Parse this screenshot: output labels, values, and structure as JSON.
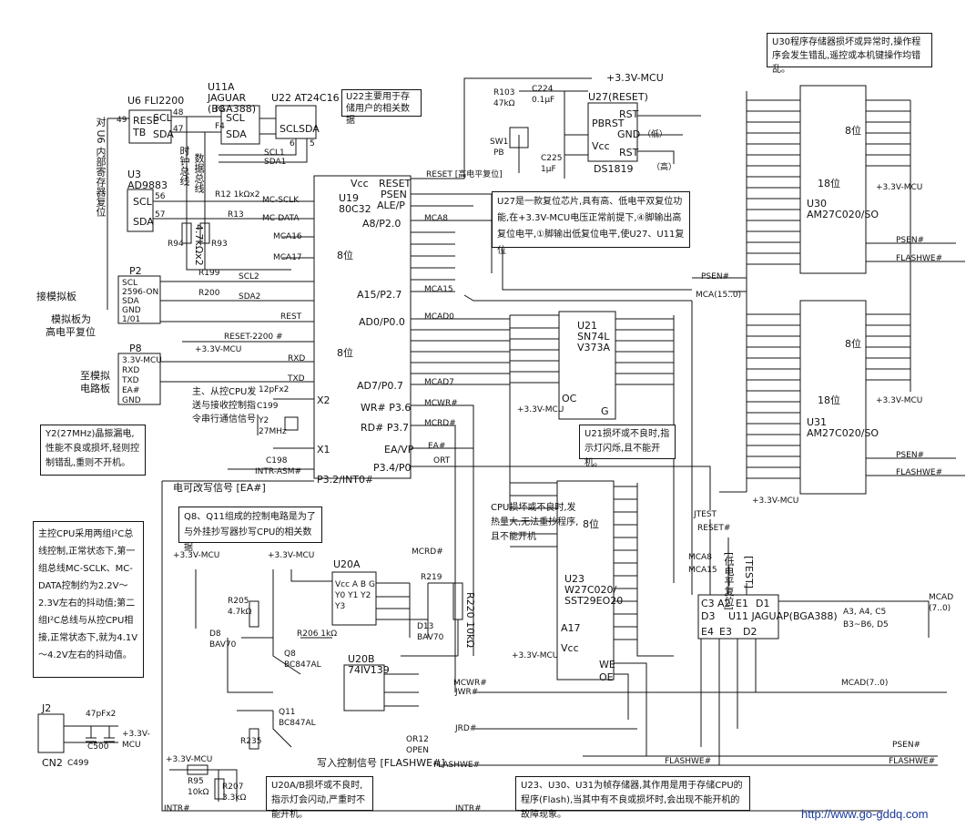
{
  "chips": {
    "u6": {
      "label": "U6 FLI2200",
      "p1": "RESE",
      "p2": "TB",
      "p3": "SCL",
      "p4": "SDA",
      "pin49": "49",
      "pin48": "48",
      "pin47": "47"
    },
    "u11a": {
      "label": "U11A JAGUAR (BGA388)",
      "p1": "SCL",
      "p2": "SDA",
      "f3": "F3",
      "f4": "F4"
    },
    "u22": {
      "label": "U22 AT24C16",
      "p1": "SCL",
      "p2": "SDA",
      "n6": "6",
      "n5": "5"
    },
    "u3": {
      "label": "U3 AD9883",
      "p1": "SCL",
      "p2": "SDA",
      "n56": "56",
      "n57": "57"
    },
    "u19": {
      "label": "U19 80C32",
      "vcc": "Vcc",
      "reset": "RESET",
      "psen": "PSEN",
      "ale": "ALE/P",
      "a8": "A8/P2.0",
      "a15": "A15/P2.7",
      "ad0": "AD0/P0.0",
      "ad7": "AD7/P0.7",
      "wr": "WR# P3.6",
      "rd": "RD# P3.7",
      "ea": "EA/VP",
      "p34": "P3.4/P0",
      "x2": "X2",
      "x1": "X1",
      "intr": "INTR-ASM#",
      "p32": "P3.2/INT0#"
    },
    "u27": {
      "label": "U27(RESET)",
      "pbrst": "PBRST",
      "rst1": "RST",
      "gnd": "GND",
      "rst2": "RST",
      "vcc": "Vcc",
      "part": "DS1819"
    },
    "u21": {
      "label": "U21 SN74L V373A",
      "g": "G",
      "oc": "OC"
    },
    "u23": {
      "label": "U23 W27C020/ SST29EO20",
      "a17": "A17",
      "vcc": "Vcc",
      "we": "WE",
      "oe": "OE"
    },
    "u30": {
      "label": "U30 AM27C020/SO",
      "bits": "18位"
    },
    "u31": {
      "label": "U31 AM27C020/SO",
      "bits": "18位"
    },
    "u11": {
      "label": "U11 JAGUAP(BGA388)",
      "pins": [
        "C3",
        "A2",
        "E1",
        "D1",
        "D3",
        "E4",
        "E3",
        "D2"
      ]
    },
    "u20a": {
      "label": "U20A",
      "pins": "Vcc A B G Y0 Y1 Y2 Y3"
    },
    "u20b": {
      "label": "U20B 74IV139"
    },
    "p2": {
      "label": "P2",
      "rows": [
        "SCL",
        "2596-ON",
        "SDA",
        "GND",
        "1/01"
      ]
    },
    "p8": {
      "label": "P8",
      "rows": [
        "3.3V-MCU",
        "RXD",
        "TXD",
        "EA#",
        "GND"
      ]
    },
    "j2": {
      "label": "J2",
      "cn": "CN2"
    }
  },
  "signals": {
    "mcu33": "+3.3V-MCU",
    "mc_sclk": "MC-SCLK",
    "mc_data": "MC-DATA",
    "mca16": "MCA16",
    "mca17": "MCA17",
    "scl2": "SCL2",
    "sda2": "SDA2",
    "rest": "REST",
    "reset2200": "RESET-2200 #",
    "rxd": "RXD",
    "txd": "TXD",
    "reset_high": "RESET [高电平复位]",
    "mca8": "MCA8",
    "mca15": "MCA15",
    "mcad0": "MCAD0",
    "mcad7": "MCAD7",
    "mcwr": "MCWR#",
    "mcrd": "MCRD#",
    "ea": "EA#",
    "ort": "ORT",
    "psen": "PSEN#",
    "mca_bus": "MCA(15..0)",
    "flashwe": "FLASHWE#",
    "jtest": "JTEST",
    "reset": "RESET#",
    "mcad_bus": "MCAD(7..0)",
    "mcad_right": "MCAD (7..0)",
    "intr": "INTR#",
    "jwr": "JWR#",
    "jrd": "JRD#",
    "editable": "电可改写信号 [EA#]",
    "write_ctl": "写入控制信号 [FLASHWE#]",
    "low_reset": "[低电平复位]",
    "test": "[TEST]",
    "a3_c5": "A3, A4, C5",
    "b3_d5": "B3~B6, D5",
    "eight_bit": "8位",
    "scl1": "SCL1",
    "sda1": "SDA1",
    "clock_bus": "时钟总线",
    "data_bus": "数据总线",
    "u6_note": "对 U6 内部寄存器复位",
    "analog_board_1": "接模拟板",
    "analog_board_2": "模拟板为",
    "analog_board_3": "高电平复位",
    "analog_board_4": "至模拟",
    "analog_board_5": "电路板",
    "low": "（低）",
    "high": "（高）",
    "sw1": "SW1",
    "pb": "PB",
    "orl2": "OR12",
    "open": "OPEN"
  },
  "components": {
    "r103": "R103 47kΩ",
    "c224": "C224 0.1μF",
    "c225": "C225 1μF",
    "r12": "R12 1kΩx2",
    "r13": "R13",
    "r94": "R94",
    "r93": "R93",
    "r94_val": "4.7kΩx2",
    "r199": "R199",
    "r200": "R200",
    "c199": "C199",
    "y2": "Y2 27MHz",
    "c198": "C198",
    "cap12p": "12pFx2",
    "r205": "R205 4.7kΩ",
    "d8": "D8 BAV70",
    "r206": "R206 1kΩ",
    "q8": "Q8 BC847AL",
    "q11": "Q11 BC847AL",
    "r235": "R235",
    "r219": "R219",
    "r220": "R220 10kΩ",
    "d13": "D13 BAV70",
    "r95": "R95 10kΩ",
    "r207": "R207 3.3kΩ",
    "c500": "C500",
    "c499": "C499",
    "cap47": "47pFx2"
  },
  "notes": {
    "u22": "U22主要用于存储用户的相关数据",
    "u30": "U30程序存储器损坏或异常时,操作程序会发生错乱,遥控或本机键操作均错乱。",
    "u27": "U27是一款复位芯片,具有高、低电平双复位功能,在+3.3V-MCU电压正常前提下,④脚输出高复位电平,①脚输出低复位电平,使U27、U11复位",
    "u21": "U21损坏或不良时,指示灯闪烁,且不能开机。",
    "cpu": "CPU损坏或不良时,发热量大,无法重抄程序,且不能开机",
    "serial": "主、从控CPU发送与接收控制指令串行通信信号",
    "y2": "Y2(27MHz)晶振漏电,性能不良或损坏,轻则控制错乱,重则不开机。",
    "q8q11": "Q8、Q11组成的控制电路是为了与外挂抄写器抄写CPU的相关数据",
    "i2c": "主控CPU采用两组I²C总线控制,正常状态下,第一组总线MC-SCLK、MC-DATA控制约为2.2V～2.3V左右的抖动值;第二组I²C总线与从控CPU相接,正常状态下,就为4.1V～4.2V左右的抖动值。",
    "u20": "U20A/B损坏或不良时,指示灯会闪动,严重时不能开机。",
    "u23": "U23、U30、U31为帧存储器,其作用是用于存储CPU的程序(Flash),当其中有不良或损坏时,会出现不能开机的故障现象。"
  },
  "url": "http://www.go-gddq.com"
}
